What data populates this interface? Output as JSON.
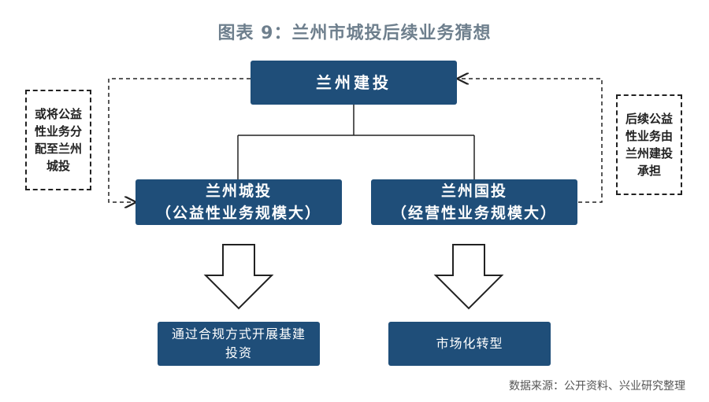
{
  "title": "图表 9：兰州市城投后续业务猜想",
  "nodes": {
    "top": "兰州建投",
    "left_name": "兰州城投",
    "left_desc": "（公益性业务规模大）",
    "right_name": "兰州国投",
    "right_desc": "（经营性业务规模大）",
    "left_outcome": "通过合规方式开展基建投资",
    "right_outcome": "市场化转型"
  },
  "notes": {
    "left": "或将公益性业务分配至兰州城投",
    "right": "后续公益性业务由兰州建投承担"
  },
  "source": "数据来源：公开资料、兴业研究整理",
  "colors": {
    "box": "#1f4e79",
    "title": "#6e7f8d"
  }
}
